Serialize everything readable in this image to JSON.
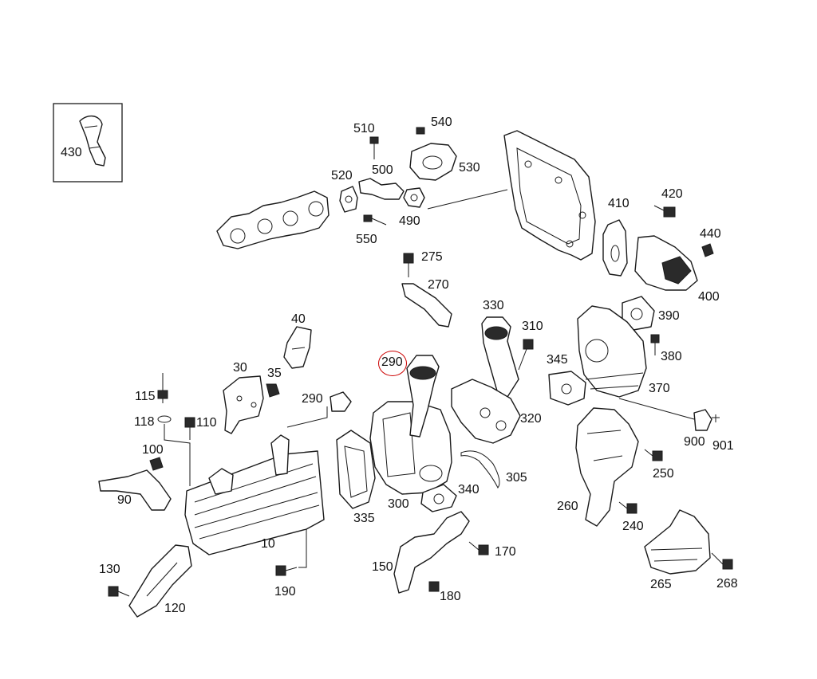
{
  "highlight": {
    "label": "290",
    "color": "#cc0000"
  },
  "labels": {
    "p10": "10",
    "p30": "30",
    "p35": "35",
    "p40": "40",
    "p90": "90",
    "p100": "100",
    "p110": "110",
    "p115": "115",
    "p118": "118",
    "p120": "120",
    "p130": "130",
    "p150": "150",
    "p170": "170",
    "p180": "180",
    "p190": "190",
    "p240": "240",
    "p250": "250",
    "p260": "260",
    "p265": "265",
    "p268": "268",
    "p270": "270",
    "p275": "275",
    "p290a": "290",
    "p290b": "290",
    "p300": "300",
    "p305": "305",
    "p310": "310",
    "p320": "320",
    "p330": "330",
    "p335": "335",
    "p340": "340",
    "p345": "345",
    "p370": "370",
    "p380": "380",
    "p390": "390",
    "p400": "400",
    "p410": "410",
    "p420": "420",
    "p430": "430",
    "p440": "440",
    "p490": "490",
    "p500": "500",
    "p510": "510",
    "p520": "520",
    "p530": "530",
    "p540": "540",
    "p550": "550",
    "p900": "900",
    "p901": "901"
  }
}
